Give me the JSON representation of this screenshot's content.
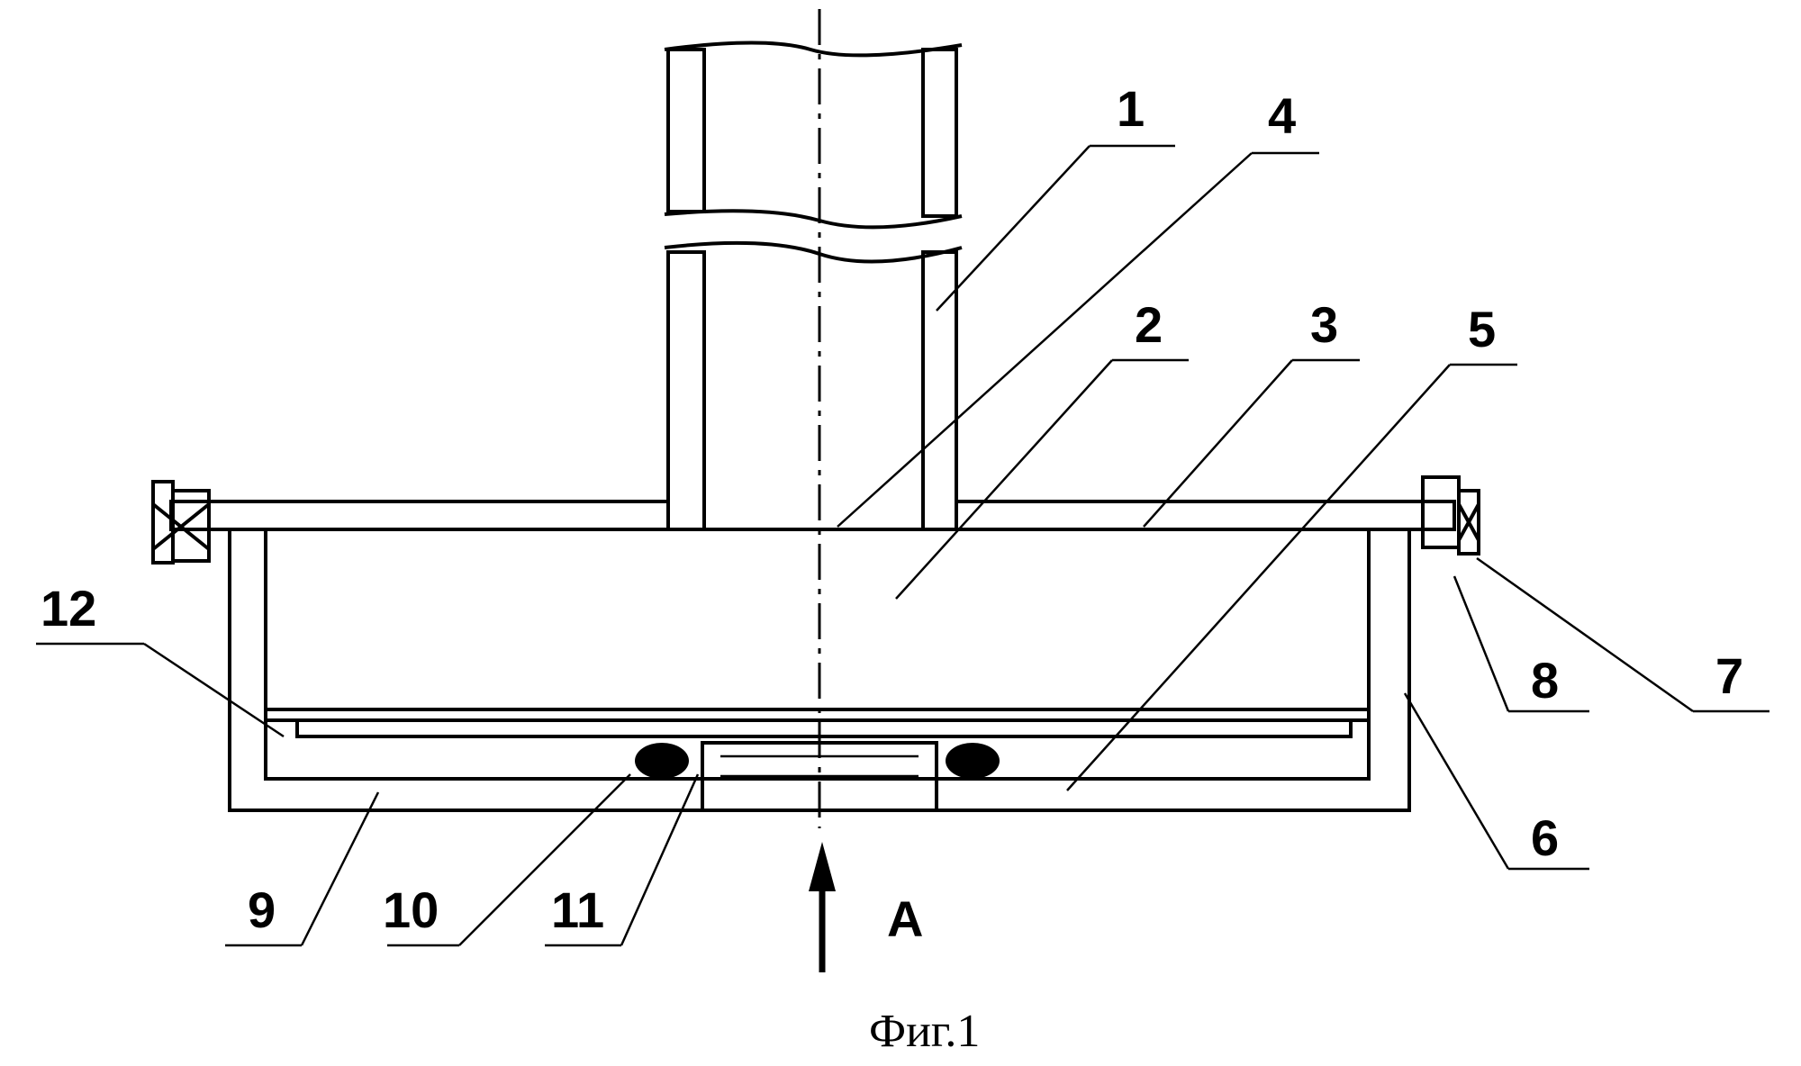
{
  "figure": {
    "caption": "Фиг.1",
    "view_arrow_label": "A",
    "callouts": [
      "1",
      "4",
      "2",
      "3",
      "5",
      "12",
      "8",
      "7",
      "6",
      "9",
      "10",
      "11"
    ],
    "ink_color": "#000000",
    "background": "#ffffff"
  }
}
